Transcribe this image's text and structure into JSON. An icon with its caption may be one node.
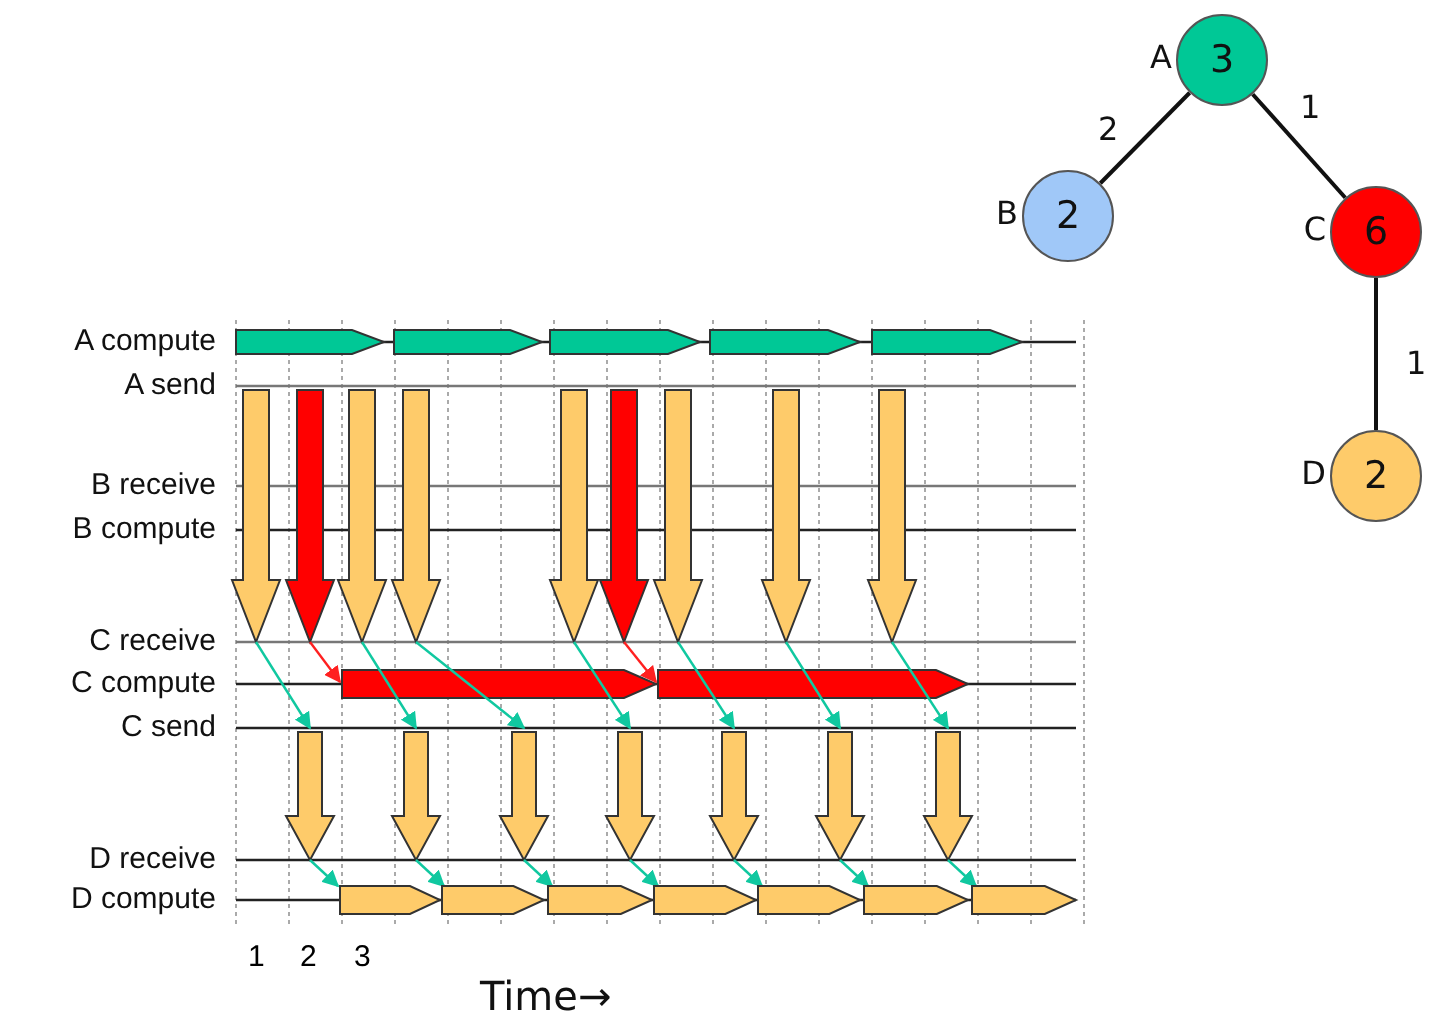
{
  "diagram": {
    "nodes": [
      {
        "text": [
          "3"
        ],
        "beside": [
          "A"
        ]
      },
      {
        "text": [
          "2"
        ],
        "beside": [
          "B"
        ]
      },
      {
        "text": [
          "6"
        ],
        "beside": [
          "C"
        ]
      },
      {
        "text": [
          "2"
        ],
        "beside": [
          "D"
        ]
      }
    ],
    "edges": [
      {
        "from": 0,
        "to": 1,
        "arrow": "none",
        "label": "2"
      },
      {
        "from": 0,
        "to": 2,
        "arrow": "none",
        "label": "1"
      },
      {
        "from": 2,
        "to": 3,
        "arrow": "none",
        "label": "1"
      }
    ],
    "labels": [
      "A compute",
      "A send",
      "B receive",
      "B compute",
      "C receive",
      "C compute",
      "C send",
      "D receive",
      "D compute",
      "1",
      "2",
      "3",
      "Time→"
    ]
  }
}
